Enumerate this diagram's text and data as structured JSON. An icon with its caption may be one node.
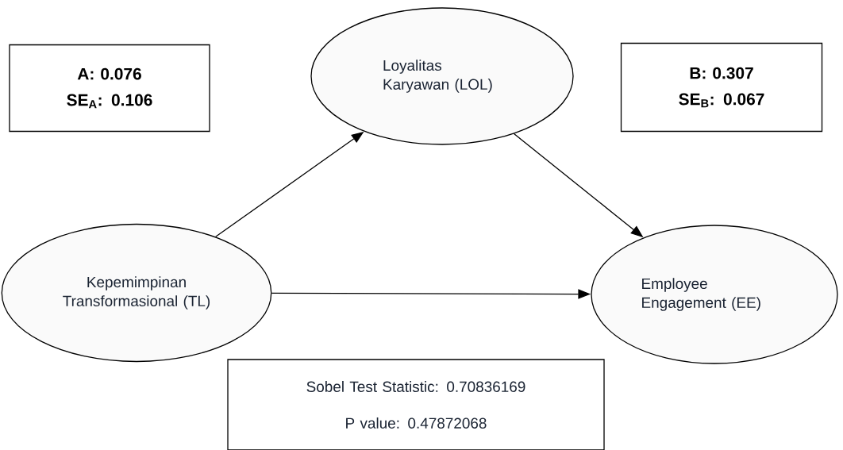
{
  "diagram": {
    "nodes": [
      {
        "text": [
          "A: 0.076",
          "SE$_{A}$: 0.106"
        ]
      },
      {
        "text": [
          "Loyalitas Karyawan (LOL)"
        ]
      },
      {
        "text": [
          "B: 0.307",
          "SE$_{B}$: 0.067"
        ]
      },
      {
        "text": [
          "Kepemimpinan Transformasional (TL)"
        ]
      },
      {
        "text": [
          "Employee Engagement (EE)"
        ]
      },
      {
        "text": [
          "Sobel Test Statistic: 0.70836169",
          "P value:  0.47872068"
        ]
      }
    ],
    "edges": [
      {
        "from": 3,
        "to": 1,
        "arrow": "to"
      },
      {
        "from": 1,
        "to": 4,
        "arrow": "to"
      },
      {
        "from": 3,
        "to": 4,
        "arrow": "to"
      }
    ]
  }
}
